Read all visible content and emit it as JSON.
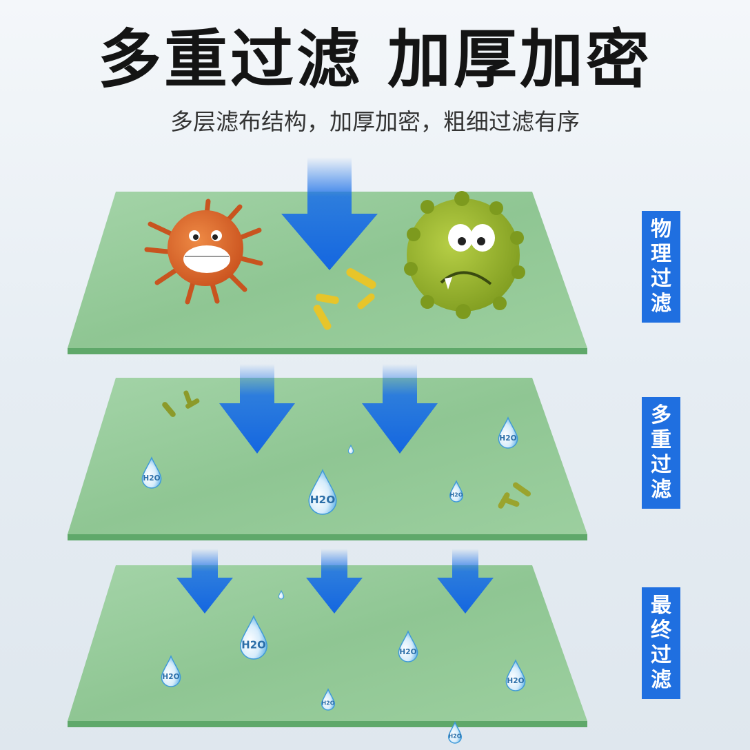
{
  "header": {
    "title": "多重过滤  加厚加密",
    "subtitle": "多层滤布结构，加厚加密，粗细过滤有序"
  },
  "labels": [
    "物理过滤",
    "多重过滤",
    "最终过滤"
  ],
  "droplet_text": "H2O",
  "colors": {
    "layer_top": "#93c997",
    "layer_edge": "#5fa86a",
    "arrow": "#1a6fe8",
    "label_bg": "#1f6fe0",
    "virus_orange": "#d9602a",
    "virus_green": "#98b52a"
  }
}
